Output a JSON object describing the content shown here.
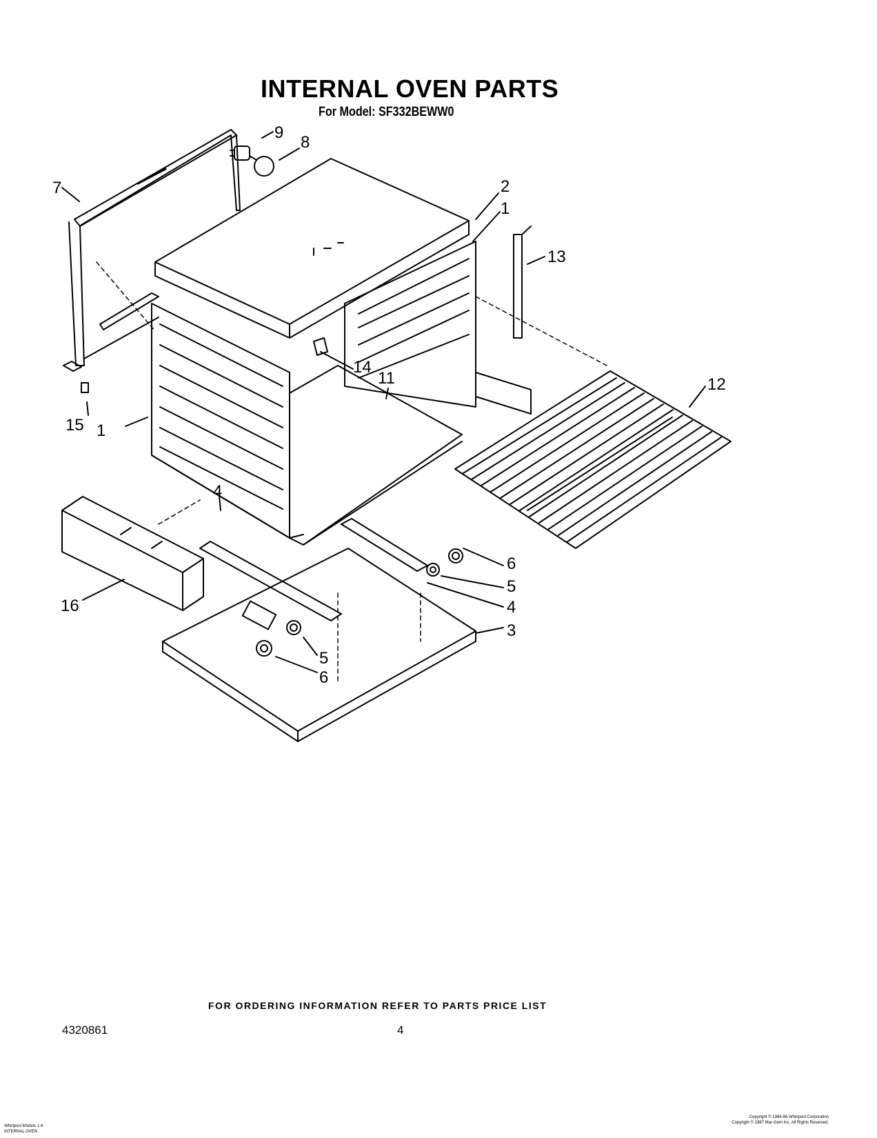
{
  "header": {
    "title": "INTERNAL OVEN PARTS",
    "model_line": "For Model: SF332BEWW0"
  },
  "callouts": {
    "c1_right": "1",
    "c1_left": "1",
    "c2": "2",
    "c3": "3",
    "c4_top": "4",
    "c4_right": "4",
    "c5_right": "5",
    "c5_bottom": "5",
    "c6_right": "6",
    "c6_bottom": "6",
    "c7": "7",
    "c8": "8",
    "c9": "9",
    "c11": "11",
    "c12": "12",
    "c13": "13",
    "c14": "14",
    "c15": "15",
    "c16": "16"
  },
  "footer": {
    "ordering_note": "FOR ORDERING INFORMATION REFER TO PARTS PRICE LIST",
    "doc_number": "4320861",
    "page_number": "4",
    "left_fine_print_1": "Whirlpool Models 1-4",
    "left_fine_print_2": "INTERNAL OVEN",
    "right_fine_print_1": "Copyright © 1984-86 Whirlpool Corporation",
    "right_fine_print_2": "Copyright © 1987 Mar-Gem Inc. All Rights Reserved."
  }
}
